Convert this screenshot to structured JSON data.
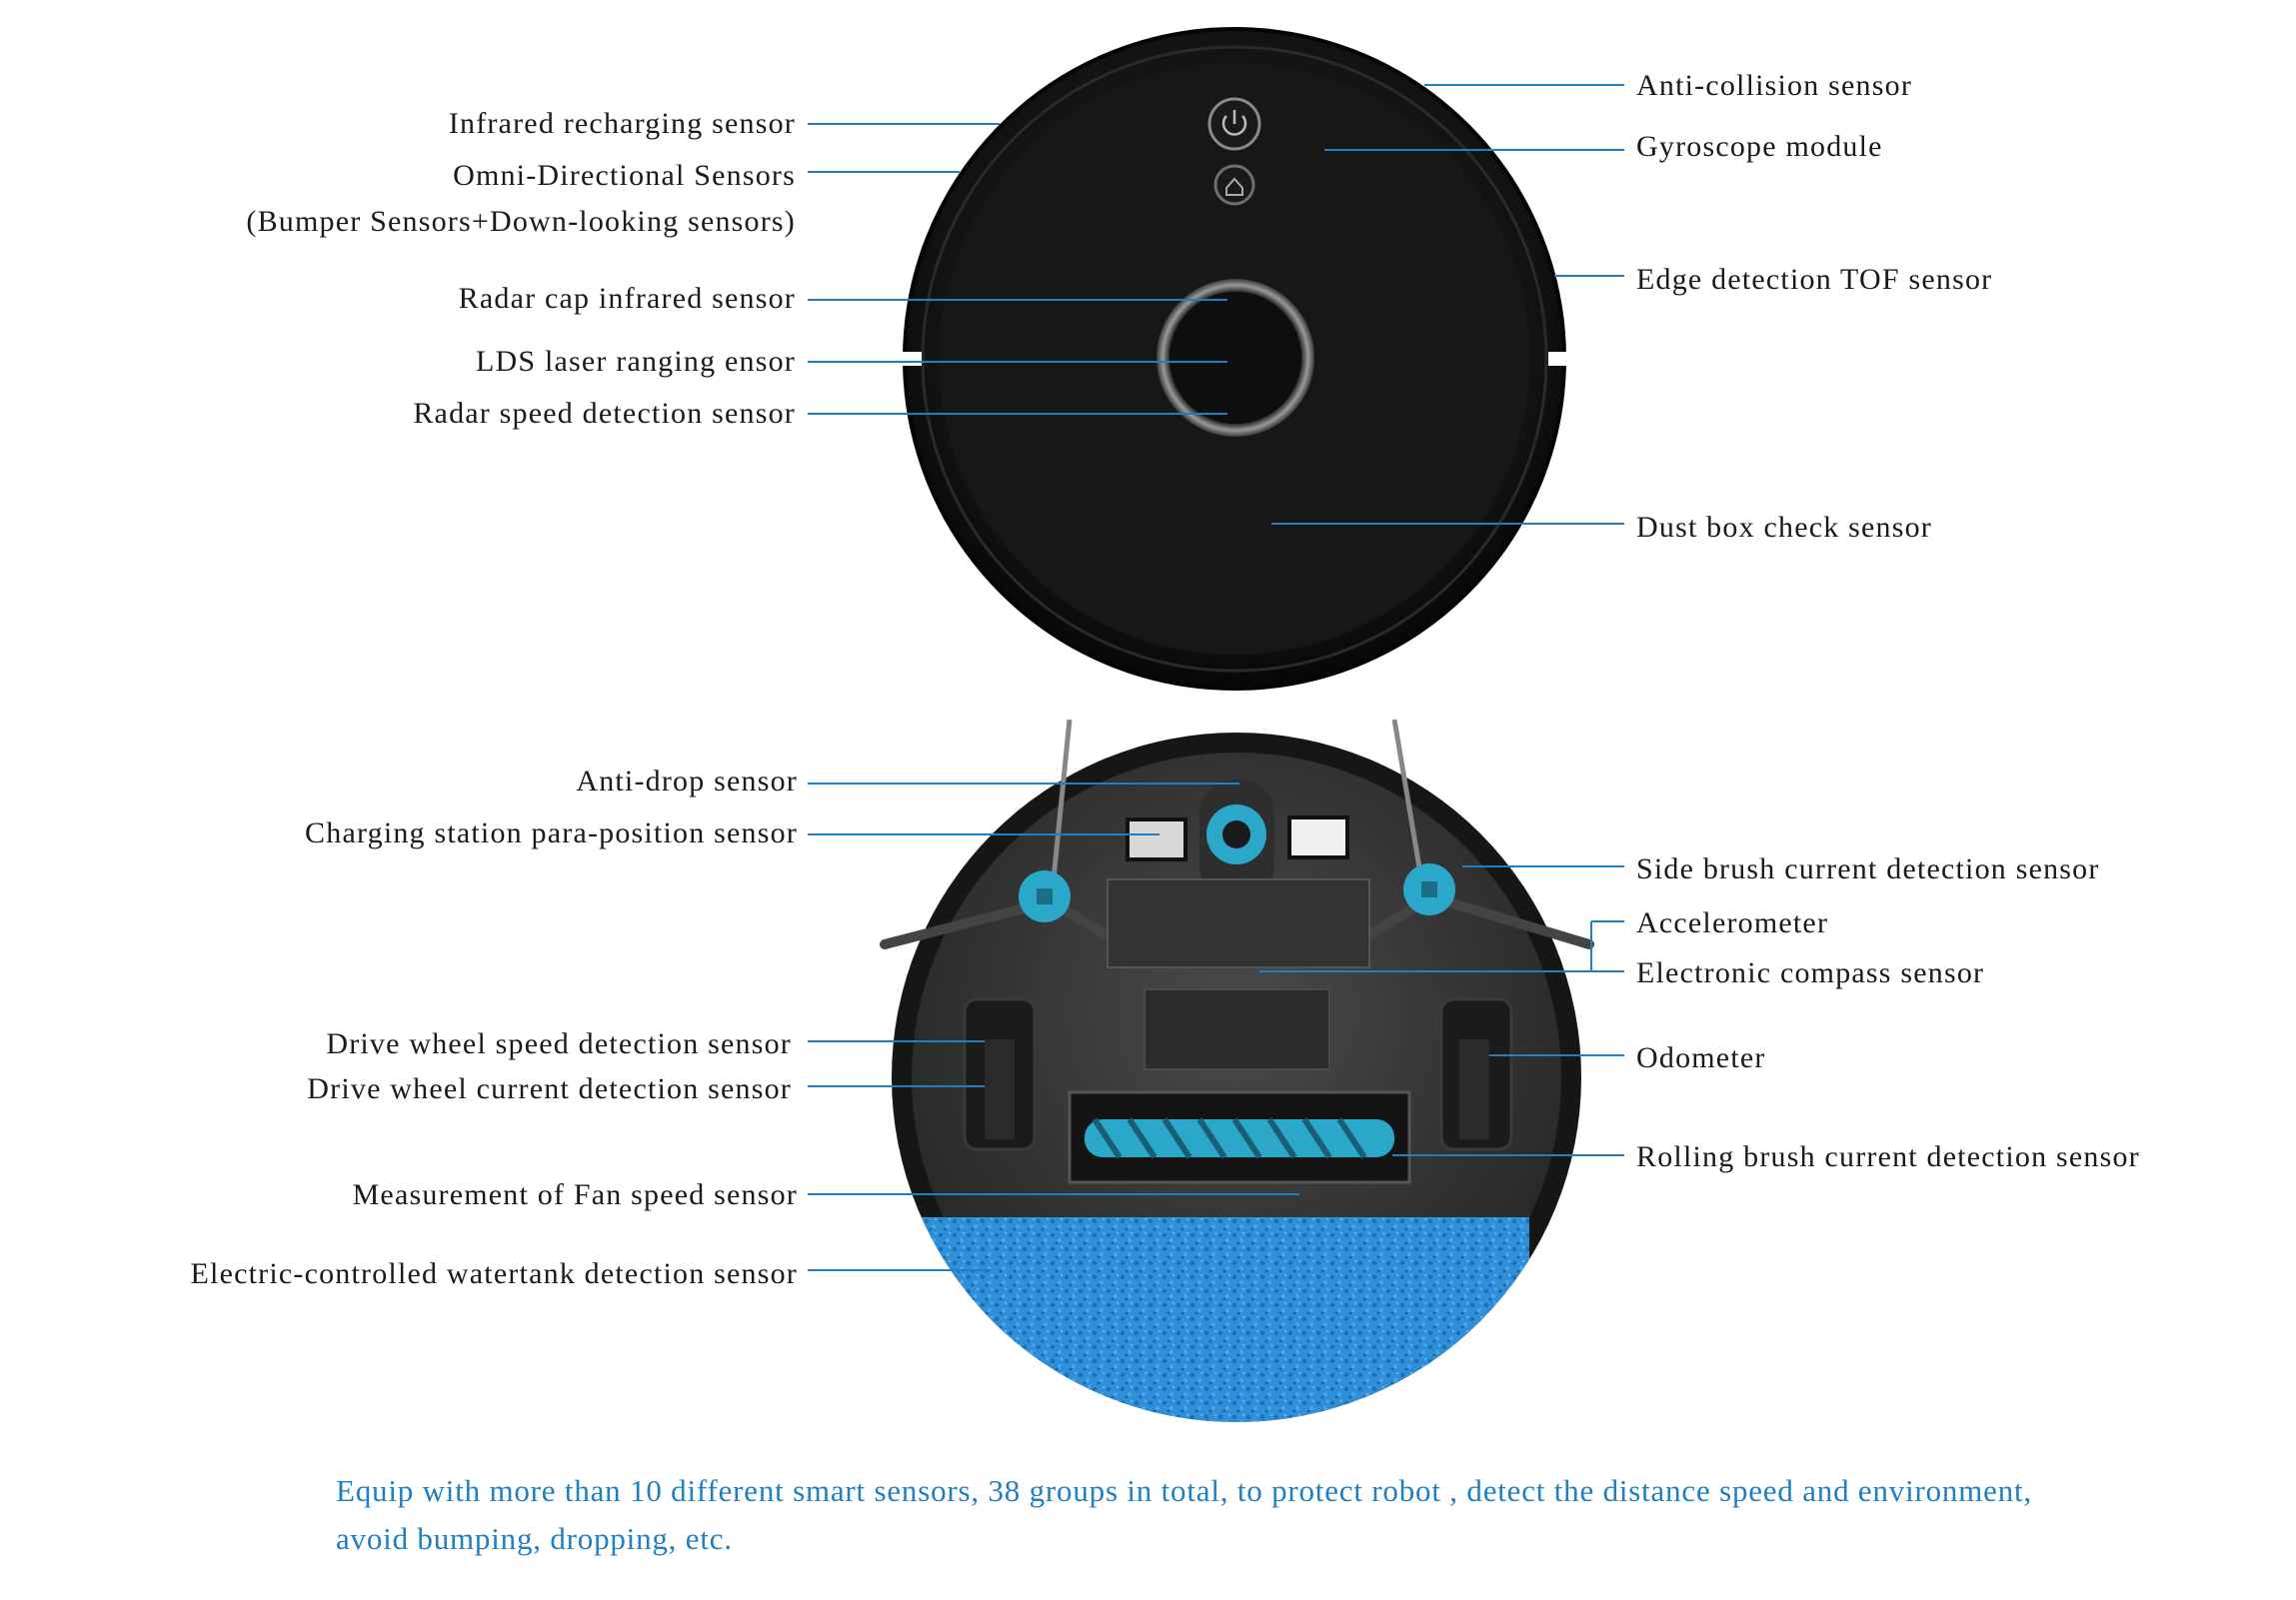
{
  "top_view_labels": {
    "infrared_recharging": "Infrared recharging sensor",
    "omni_directional": "Omni-Directional Sensors",
    "omni_directional_sub": "(Bumper Sensors+Down-looking sensors)",
    "radar_cap_infrared": "Radar cap infrared sensor",
    "lds_laser": "LDS laser ranging ensor",
    "radar_speed": "Radar speed detection sensor",
    "anti_collision": "Anti-collision sensor",
    "gyroscope": "Gyroscope module",
    "edge_detection": "Edge detection TOF sensor",
    "dust_box": "Dust box check sensor"
  },
  "bottom_view_labels": {
    "anti_drop": "Anti-drop sensor",
    "charging_station": "Charging station para-position sensor",
    "drive_wheel_speed": "Drive wheel speed detection sensor",
    "drive_wheel_current": "Drive wheel current detection sensor",
    "fan_speed": "Measurement of Fan speed sensor",
    "watertank": "Electric-controlled watertank detection sensor",
    "side_brush": "Side brush current detection sensor",
    "accelerometer": "Accelerometer",
    "compass": "Electronic compass sensor",
    "odometer": "Odometer",
    "rolling_brush": "Rolling brush current detection sensor"
  },
  "caption": {
    "line1": "Equip with more than 10 different smart sensors, 38 groups in total, to protect robot , detect the distance speed and environment,",
    "line2": "avoid bumping, dropping, etc."
  },
  "colors": {
    "leader_line": "#1f7fc0",
    "caption_text": "#1f7fc0",
    "robot_body": "#141414",
    "accent_blue": "#2aa7c9",
    "mop_blue": "#2f8fd8"
  }
}
